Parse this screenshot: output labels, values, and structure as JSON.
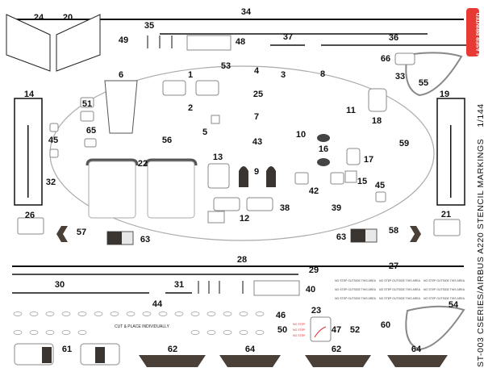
{
  "sheet": {
    "title": "ST-003 CSERIES/AIRBUS A220 STENCIL MARKINGS",
    "scale": "1/144",
    "badge": "LASER PRINTED",
    "instruction": "CUT & PLACE INDIVIDUALLY",
    "stencil_text": "NO STEP OUTSIDE THIS AREA",
    "small_stencil": "NO STEP",
    "labels": [
      "34",
      "24",
      "20",
      "35",
      "49",
      "48",
      "37",
      "36",
      "66",
      "33",
      "55",
      "53",
      "6",
      "1",
      "4",
      "3",
      "8",
      "2",
      "25",
      "11",
      "18",
      "51",
      "14",
      "19",
      "7",
      "65",
      "5",
      "56",
      "10",
      "16",
      "43",
      "45",
      "59",
      "13",
      "9",
      "17",
      "22",
      "32",
      "15",
      "42",
      "45",
      "12",
      "38",
      "39",
      "26",
      "21",
      "57",
      "63",
      "63",
      "58",
      "28",
      "29",
      "27",
      "30",
      "31",
      "40",
      "44",
      "46",
      "23",
      "54",
      "50",
      "47",
      "52",
      "60",
      "61",
      "62",
      "64",
      "62",
      "64"
    ]
  },
  "colors": {
    "badge": "#e83a35",
    "decal_dark": "#4a4038",
    "outline": "#999999",
    "red_marking": "#d33333"
  }
}
